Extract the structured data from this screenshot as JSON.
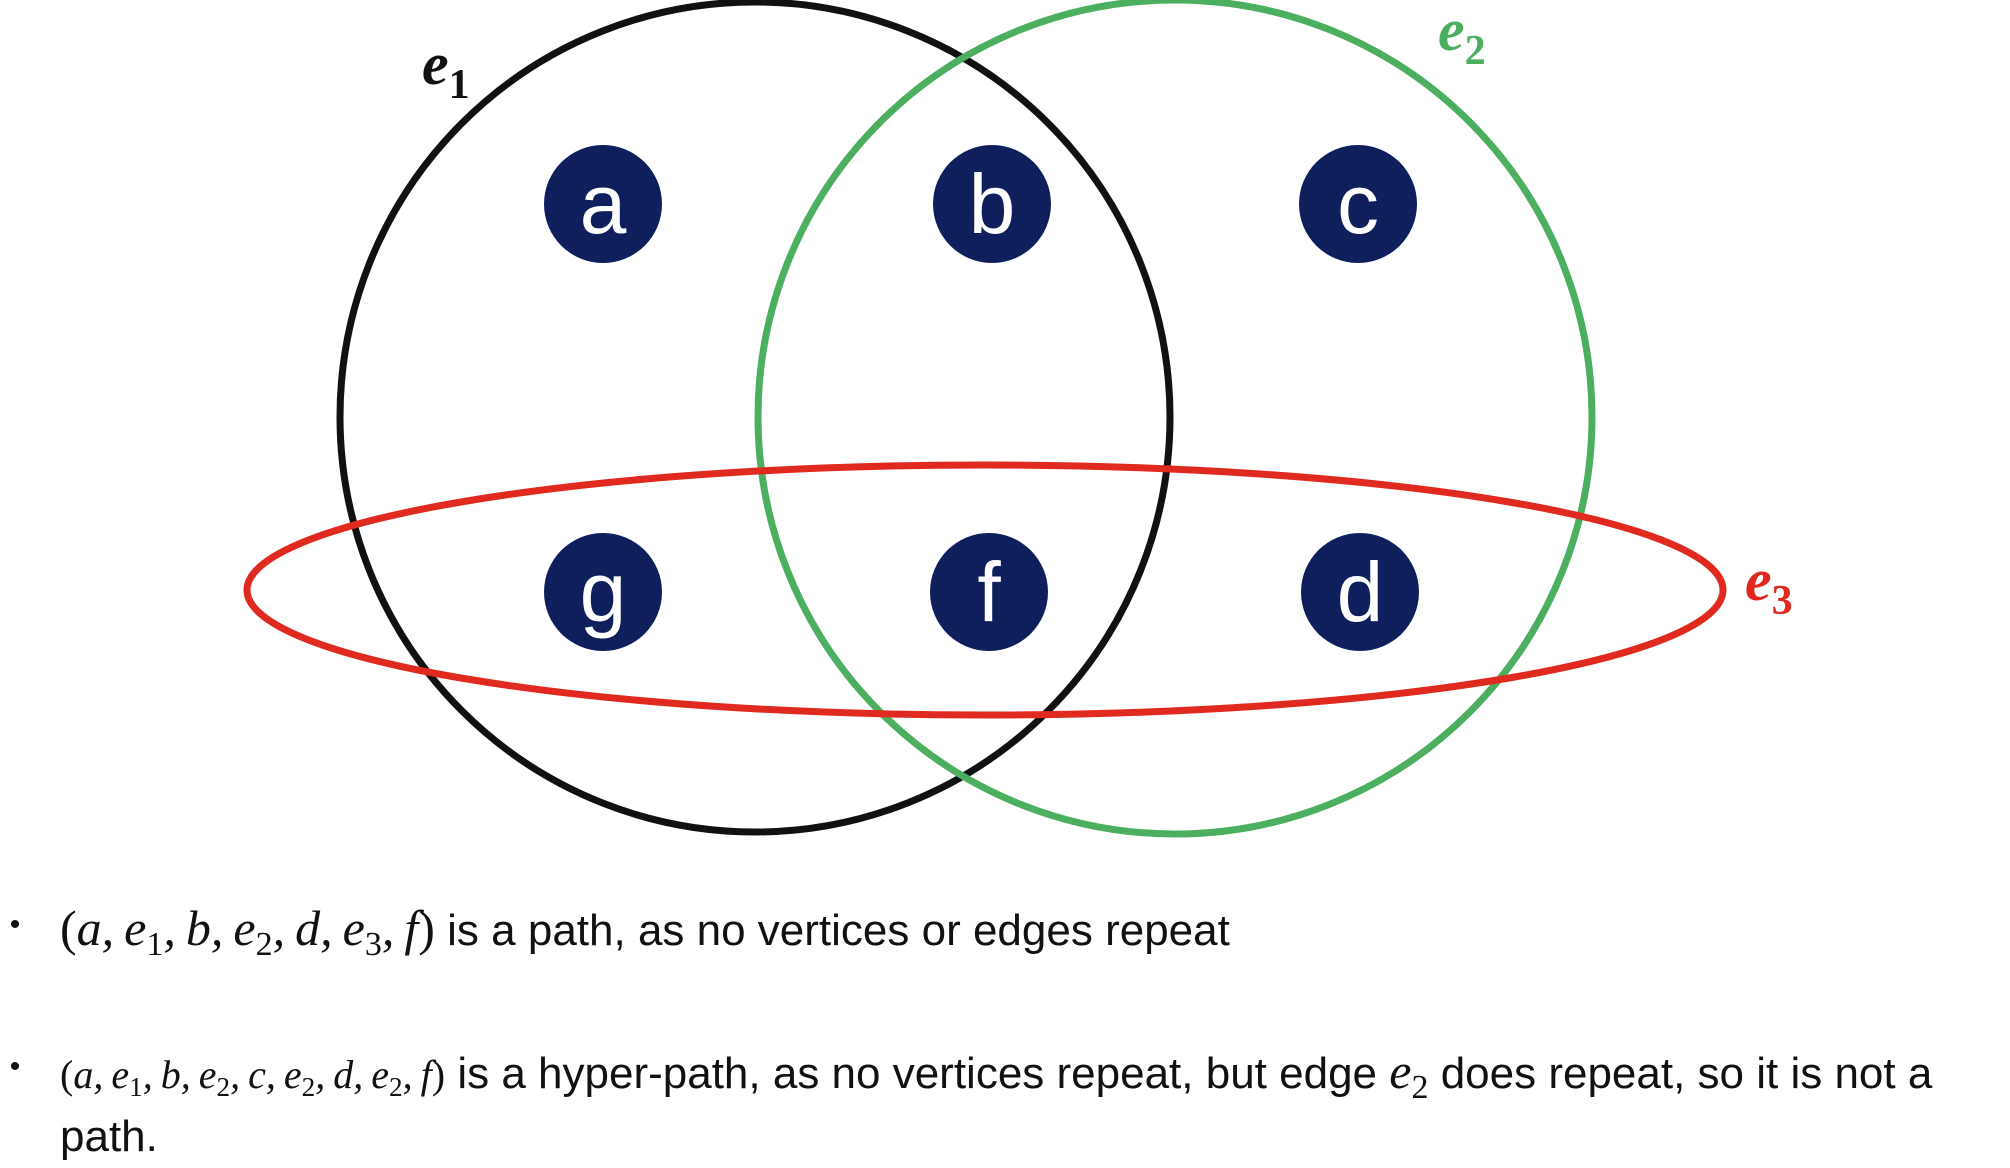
{
  "colors": {
    "vertex_fill": "#0f1f5c",
    "vertex_text": "#ffffff",
    "e1_stroke": "#111111",
    "e2_stroke": "#4caf60",
    "e3_stroke": "#e0291f"
  },
  "vertices": [
    {
      "id": "a",
      "label": "a"
    },
    {
      "id": "b",
      "label": "b"
    },
    {
      "id": "c",
      "label": "c"
    },
    {
      "id": "g",
      "label": "g"
    },
    {
      "id": "f",
      "label": "f"
    },
    {
      "id": "d",
      "label": "d"
    }
  ],
  "hyperedges": [
    {
      "id": "e1",
      "letter": "e",
      "index": "1",
      "members": [
        "a",
        "b",
        "g",
        "f"
      ]
    },
    {
      "id": "e2",
      "letter": "e",
      "index": "2",
      "members": [
        "b",
        "c",
        "f",
        "d"
      ]
    },
    {
      "id": "e3",
      "letter": "e",
      "index": "3",
      "members": [
        "g",
        "f",
        "d"
      ]
    }
  ],
  "bullets": [
    {
      "tokens": [
        "a",
        "e",
        "1",
        "b",
        "e",
        "2",
        "d",
        "e",
        "3",
        "f"
      ],
      "text": "is a path, as no vertices or edges repeat"
    },
    {
      "tokens": [
        "a",
        "e",
        "1",
        "b",
        "e",
        "2",
        "c",
        "e",
        "2",
        "d",
        "e",
        "2",
        "f"
      ],
      "text_before": "is a hyper-path, as no vertices repeat, but edge",
      "inline_edge_letter": "e",
      "inline_edge_index": "2",
      "text_after": "does repeat, so it is not a path."
    }
  ]
}
